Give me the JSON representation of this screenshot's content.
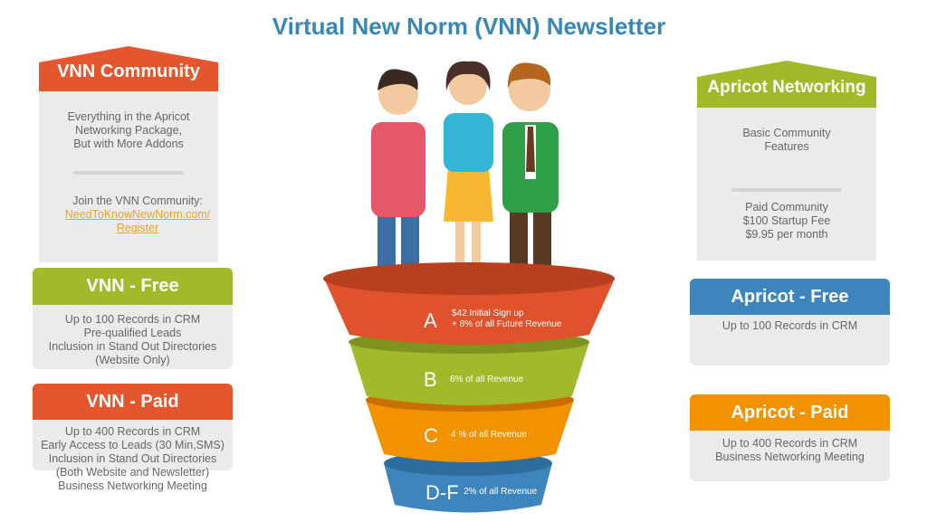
{
  "title": "Virtual New Norm (VNN) Newsletter",
  "vnn_community": {
    "header": "VNN Community",
    "desc": [
      "Everything in  the Apricot",
      "Networking Package,",
      "But with More Addons"
    ],
    "join": "Join the VNN Community:",
    "link1": "NeedToKnowNewNorm.com/",
    "link2": "Register"
  },
  "vnn_free": {
    "header": "VNN - Free",
    "lines": [
      "Up to 100 Records in CRM",
      "Pre-qualified Leads",
      "Inclusion in Stand Out Directories",
      "(Website Only)"
    ]
  },
  "vnn_paid": {
    "header": "VNN - Paid",
    "lines": [
      "Up to 400 Records  in CRM",
      "Early Access to Leads (30 Min,SMS)",
      "Inclusion in Stand Out Directories",
      "(Both Website and Newsletter)",
      "Business Networking Meeting"
    ]
  },
  "apricot_networking": {
    "header": "Apricot Networking",
    "desc": [
      "Basic Community",
      "Features"
    ],
    "paid": [
      "Paid  Community",
      "$100 Startup Fee",
      "$9.95 per month"
    ]
  },
  "apricot_free": {
    "header": "Apricot  - Free",
    "lines": [
      "Up to 100 Records in CRM"
    ]
  },
  "apricot_paid": {
    "header": "Apricot - Paid",
    "lines": [
      "Up to 400 Records  in CRM",
      "Business Networking Meeting"
    ]
  },
  "funnel": [
    {
      "letter": "A",
      "text1": "$42 Initial Sign up",
      "text2": "+ 8% of all Future Revenue",
      "color": "#e0522c"
    },
    {
      "letter": "B",
      "text1": "6% of all Revenue",
      "color": "#a3b92a"
    },
    {
      "letter": "C",
      "text1": "4 % of all Revenue",
      "color": "#f39200"
    },
    {
      "letter": "D-F",
      "text1": "2% of all Revenue",
      "color": "#3d86bd"
    }
  ],
  "colors": {
    "orange_red": "#e4572e",
    "green": "#a4b92a",
    "blue": "#3d86bd",
    "orange": "#f39200",
    "title": "#3a86b5"
  }
}
